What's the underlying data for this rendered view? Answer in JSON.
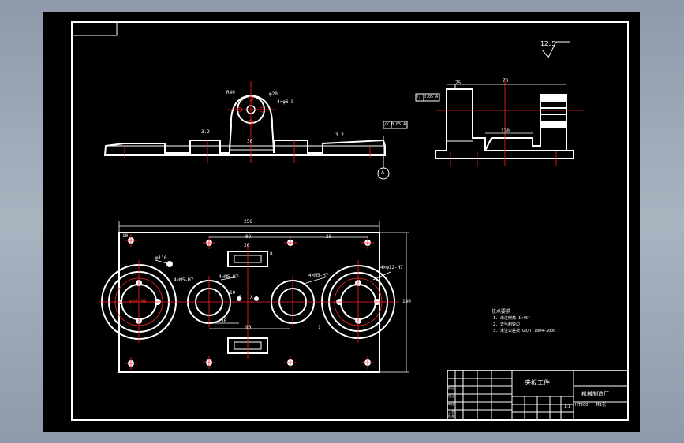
{
  "drawing": {
    "roughness_symbol": "12.5",
    "datum_label": "A",
    "tolerance_front": "// 0.05 A",
    "tolerance_side": "// 0.05 A",
    "front_dims": {
      "top_radius": "R40",
      "hole_dia": "φ20",
      "bolt_holes": "4×φ6.5",
      "center": "30",
      "slope_left": "3.2",
      "slope_right": "3.2"
    },
    "side_dims": {
      "width": "70",
      "top": "75",
      "base": "120"
    },
    "plan_dims": {
      "overall_length": "256",
      "height": "140",
      "corner": "10",
      "bolt_spacing_1": "90",
      "bolt_spacing_2": "29",
      "large_bore": "φ110",
      "left_bolts": "4×M5-H7",
      "small_bore_1": "4×M5-H7",
      "small_bore_2": "4×M5-H7",
      "right_bolts": "4×φ12-H7",
      "slot_1": "20",
      "slot_2": "8",
      "dim_30": "30",
      "dim_90": "90",
      "dim_10": "10",
      "dim_1": "1",
      "left_bore": "φ30 H8",
      "dim_R": "R",
      "dim_X": "X"
    }
  },
  "notes": {
    "heading": "技术要求",
    "line1": "1. 未注倒角 1×45°",
    "line2": "2. 去毛刺锐边",
    "line3": "3. 未注公差按 GB/T 1804-2000"
  },
  "title_block": {
    "part_name": "夹板工件",
    "unit_name": "机械制造厂",
    "material": "HT200",
    "scale": "1:1",
    "sheet": "共1张",
    "rows": [
      "标记",
      "设计",
      "审核",
      "工艺",
      "批准"
    ]
  }
}
